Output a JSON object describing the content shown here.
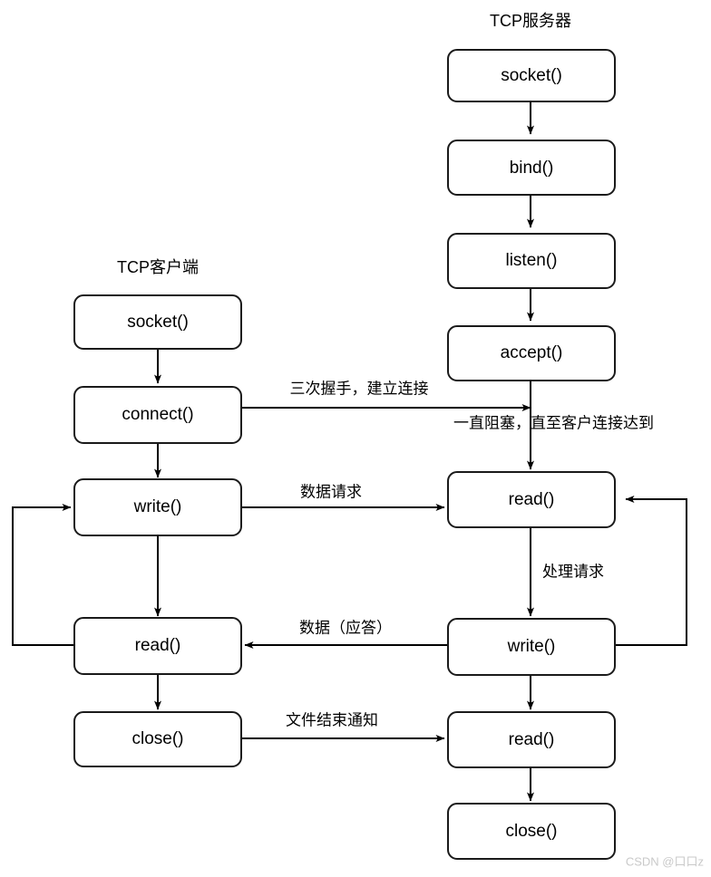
{
  "diagram": {
    "title_client": "TCP客户端",
    "title_server": "TCP服务器",
    "client_nodes": [
      {
        "id": "client-socket",
        "label": "socket()"
      },
      {
        "id": "client-connect",
        "label": "connect()"
      },
      {
        "id": "client-write",
        "label": "write()"
      },
      {
        "id": "client-read",
        "label": "read()"
      },
      {
        "id": "client-close",
        "label": "close()"
      }
    ],
    "server_nodes": [
      {
        "id": "server-socket",
        "label": "socket()"
      },
      {
        "id": "server-bind",
        "label": "bind()"
      },
      {
        "id": "server-listen",
        "label": "listen()"
      },
      {
        "id": "server-accept",
        "label": "accept()"
      },
      {
        "id": "server-read",
        "label": "read()"
      },
      {
        "id": "server-write",
        "label": "write()"
      },
      {
        "id": "server-read2",
        "label": "read()"
      },
      {
        "id": "server-close",
        "label": "close()"
      }
    ],
    "edge_labels": {
      "handshake": "三次握手，建立连接",
      "blocking": "一直阻塞，直至客户连接达到",
      "data_request": "数据请求",
      "process_request": "处理请求",
      "data_response": "数据（应答）",
      "eof_notice": "文件结束通知"
    },
    "watermark": "CSDN @口口z",
    "colors": {
      "stroke": "#1a1a1a",
      "text": "#000000",
      "background": "#ffffff",
      "watermark": "#c9c9c9"
    }
  }
}
